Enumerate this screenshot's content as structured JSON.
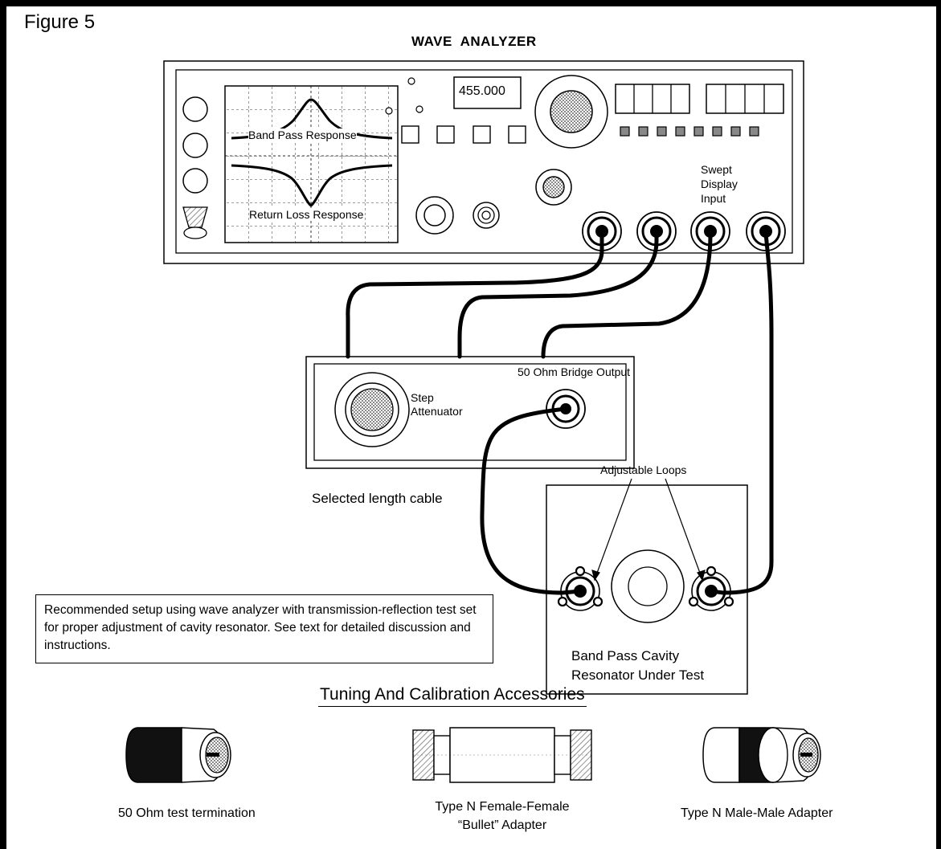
{
  "figure_label": "Figure 5",
  "title": "WAVE  ANALYZER",
  "analyzer": {
    "frequency_display": "455.000",
    "screen_label_top": "Band Pass Response",
    "screen_label_bottom": "Return Loss Response",
    "port_label_line1": "Swept",
    "port_label_line2": "Display",
    "port_label_line3": "Input"
  },
  "test_set": {
    "attenuator_line1": "Step",
    "attenuator_line2": "Attenuator",
    "bridge_output": "50 Ohm Bridge Output"
  },
  "cable_label": "Selected length cable",
  "cavity": {
    "loops_label": "Adjustable Loops",
    "name_line1": "Band Pass Cavity",
    "name_line2": "Resonator Under Test"
  },
  "note": "Recommended setup using wave analyzer with transmission-reflection test set for proper adjustment of cavity resonator. See text for detailed discussion and instructions.",
  "accessories": {
    "title": "Tuning And Calibration Accessories",
    "termination": "50 Ohm test termination",
    "bullet_line1": "Type N Female-Female",
    "bullet_line2": "“Bullet” Adapter",
    "male_adapter": "Type N Male-Male Adapter"
  },
  "colors": {
    "line": "#000000",
    "hatch": "#a8a8a8",
    "background": "#ffffff"
  }
}
